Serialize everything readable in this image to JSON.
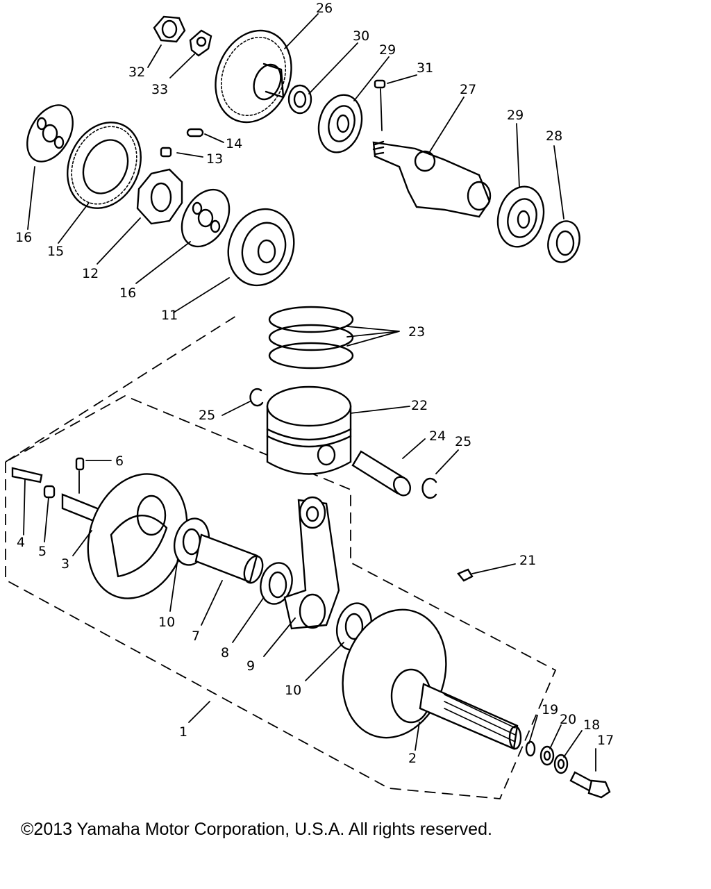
{
  "callouts": {
    "c1": "1",
    "c2": "2",
    "c3": "3",
    "c4": "4",
    "c5": "5",
    "c6": "6",
    "c7": "7",
    "c8": "8",
    "c9": "9",
    "c10a": "10",
    "c10b": "10",
    "c11": "11",
    "c12": "12",
    "c13": "13",
    "c14": "14",
    "c15": "15",
    "c16a": "16",
    "c16b": "16",
    "c17": "17",
    "c18": "18",
    "c19": "19",
    "c20": "20",
    "c21": "21",
    "c22": "22",
    "c23": "23",
    "c24": "24",
    "c25a": "25",
    "c25b": "25",
    "c26": "26",
    "c27": "27",
    "c28": "28",
    "c29a": "29",
    "c29b": "29",
    "c30": "30",
    "c31": "31",
    "c32": "32",
    "c33": "33"
  },
  "copyright": "©2013 Yamaha Motor Corporation, U.S.A. All rights reserved."
}
